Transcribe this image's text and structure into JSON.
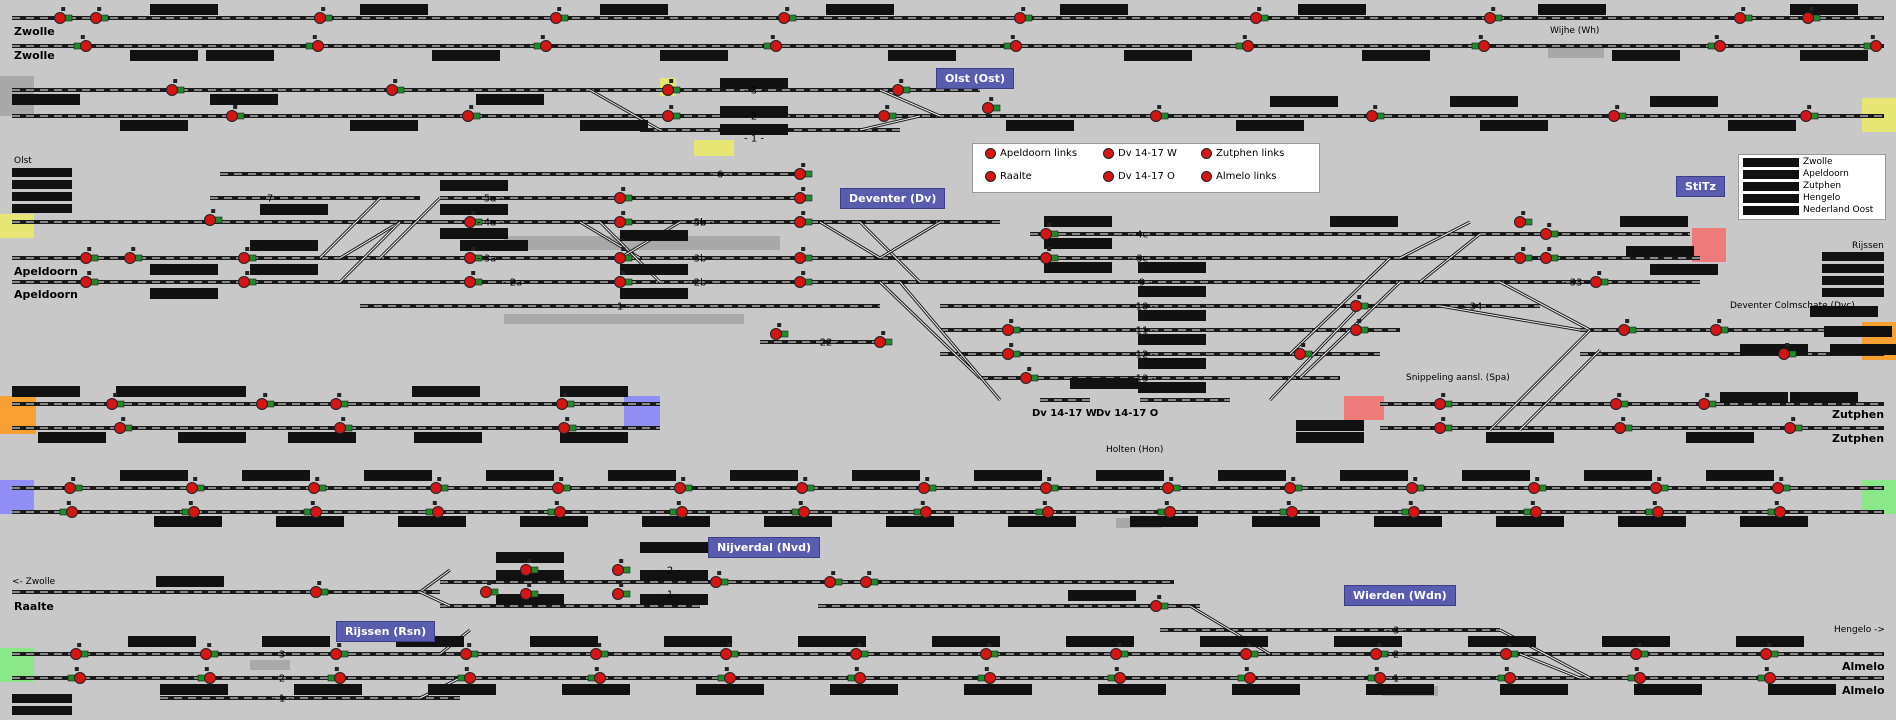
{
  "colors": {
    "background": "#c8c8c8",
    "track": "#1a1a1a",
    "track_highlight": "#ffffff",
    "signal_red": "#d31515",
    "signal_green": "#1f8a2a",
    "station_box": "#5a5cb0",
    "zone_orange": "#f5a030",
    "zone_blue": "#8f8ff5",
    "zone_green": "#8ae88a",
    "zone_yellow": "#e6e673",
    "zone_red": "#ef7a7a"
  },
  "endpoints": {
    "zwolle_1": "Zwolle",
    "zwolle_2": "Zwolle",
    "olst": "Olst",
    "apeldoorn_1": "Apeldoorn",
    "apeldoorn_2": "Apeldoorn",
    "zutphen_1": "Zutphen",
    "zutphen_2": "Zutphen",
    "raalte_arrow": "<- Zwolle",
    "raalte": "Raalte",
    "almelo_1": "Almelo",
    "almelo_2": "Almelo",
    "hengelo_arrow": "Hengelo ->",
    "rijssen": "Rijssen"
  },
  "places": {
    "wijhe": "Wijhe (Wh)",
    "holten": "Holten (Hon)",
    "colmschate": "Deventer Colmschate (Dvc)",
    "snippeling": "Snippeling aansl. (Spa)",
    "dv_w": "Dv 14-17 W",
    "dv_o": "Dv 14-17 O"
  },
  "stations": {
    "olst": "Olst (Ost)",
    "deventer": "Deventer (Dv)",
    "stitz": "StiTz",
    "nijverdal": "Nijverdal (Nvd)",
    "rijssen": "Rijssen (Rsn)",
    "wierden": "Wierden (Wdn)"
  },
  "legend": {
    "items": [
      "Apeldoorn links",
      "Dv 14-17 W",
      "Zutphen links",
      "Raalte",
      "Dv 14-17 O",
      "Almelo links"
    ]
  },
  "side_panel": {
    "items": [
      "Zwolle",
      "Apeldoorn",
      "Zutphen",
      "Hengelo",
      "Nederland Oost"
    ]
  },
  "track_numbers": {
    "olst_3": "3",
    "olst_2": "2",
    "olst_1": "1",
    "dv_6": "6",
    "dv_7": "7",
    "dv_5a": "5a",
    "dv_5b": "5b",
    "dv_4a": "4a",
    "dv_4b": "4b",
    "dv_3a": "3a",
    "dv_3b": "3b",
    "dv_2a": "2a",
    "dv_2b": "2b",
    "dv_1": "1",
    "dv_4c": "4c",
    "dv_3c": "3c",
    "dv_9": "9",
    "dv_10": "10",
    "dv_11": "11",
    "dv_12": "12",
    "dv_13": "13",
    "dv_22": "22",
    "dv_33": "33",
    "dv_34": "34",
    "nvd_2": "2",
    "nvd_1": "1",
    "rsn_3": "3",
    "rsn_2": "2",
    "rsn_1": "1",
    "wdn_3": "3",
    "wdn_2": "2",
    "wdn_1": "1"
  }
}
